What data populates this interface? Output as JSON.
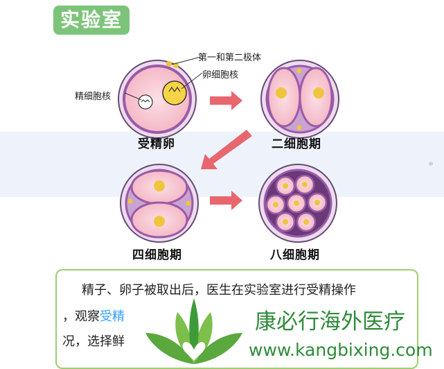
{
  "header": {
    "badge_text": "实验室"
  },
  "diagram": {
    "annotations": {
      "polar_bodies": "第一和第二极体",
      "egg_nucleus": "卵细胞核",
      "sperm_nucleus": "精细胞核"
    },
    "stages": [
      {
        "label": "受精卵"
      },
      {
        "label": "二细胞期"
      },
      {
        "label": "四细胞期"
      },
      {
        "label": "八细胞期"
      }
    ]
  },
  "text": {
    "line1": "精子、卵子被取出后，医生在实验室进行受精操作",
    "line2_prefix": "，观察",
    "line2_highlight": "受精",
    "line3_prefix": "况，选择鲜"
  },
  "watermark": {
    "name": "康必行海外医疗",
    "url": "www.kangbixing.com"
  },
  "colors": {
    "badge": "#7cc47a",
    "arrow": "#e8676e",
    "cell_outer": "#e9d6ea",
    "cell_membrane": "#b36fc0",
    "cytoplasm": "#f7c6cf",
    "nucleus": "#f0c53d",
    "brand_green": "#2e8b3a",
    "highlight": "#36a0ff"
  }
}
